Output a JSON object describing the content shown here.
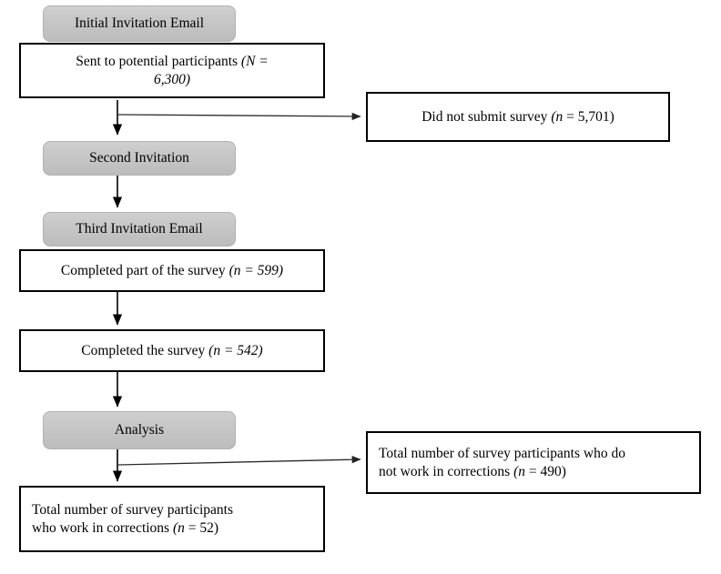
{
  "diagram": {
    "title": "Survey participant flow diagram",
    "colors": {
      "stage_fill": "#c6c6c6",
      "process_fill": "#ffffff",
      "border": "#000000",
      "arrow": "#000000",
      "branch_arrow": "#404040"
    },
    "nodes": [
      {
        "id": "initial-invitation-email",
        "kind": "stage",
        "label": "Initial Invitation Email"
      },
      {
        "id": "sent-to-potential-participants",
        "kind": "process",
        "label": "Sent to potential participants (N = 6,300)",
        "line1": "Sent to potential participants ",
        "line1_italic": "(N =",
        "line2_italic": "6,300)"
      },
      {
        "id": "did-not-submit-survey",
        "kind": "process",
        "label": "Did not submit survey (n = 5,701)",
        "text_plain": "Did not submit survey ",
        "text_italic": "(n",
        "text_tail": " = 5,701)"
      },
      {
        "id": "second-invitation",
        "kind": "stage",
        "label": "Second Invitation"
      },
      {
        "id": "third-invitation-email",
        "kind": "stage",
        "label": "Third Invitation Email"
      },
      {
        "id": "completed-part-of-survey",
        "kind": "process",
        "label": "Completed part of the survey (n = 599)",
        "text_plain": "Completed part of the survey ",
        "text_italic": "(n = 599)"
      },
      {
        "id": "completed-the-survey",
        "kind": "process",
        "label": "Completed the survey (n = 542)",
        "text_plain": "Completed the survey ",
        "text_italic": "(n = 542)"
      },
      {
        "id": "analysis",
        "kind": "stage",
        "label": "Analysis"
      },
      {
        "id": "total-not-corrections",
        "kind": "process",
        "label": "Total number of survey participants who do not work in corrections (n = 490)",
        "text_plain": "Total number of survey participants who do not work in corrections ",
        "text_italic": "(n",
        "text_tail": " = 490)"
      },
      {
        "id": "total-corrections",
        "kind": "process",
        "label": "Total number of survey participants who work in corrections (n = 52)",
        "text_plain": "Total number of survey participants who work in corrections ",
        "text_italic": "(n",
        "text_tail": " = 52)"
      }
    ],
    "node_text": {
      "initial_invitation_email": "Initial Invitation Email",
      "sent_line_a": "Sent to potential participants ",
      "sent_line_a_ital": "(N =",
      "sent_line_b_ital": "6,300)",
      "did_not_submit_plain": "Did not submit survey ",
      "did_not_submit_ital": "(n",
      "did_not_submit_tail": " = 5,701)",
      "second_invitation": "Second Invitation",
      "third_invitation_email": "Third Invitation Email",
      "completed_part_plain": "Completed part of the survey ",
      "completed_part_ital": "(n = 599)",
      "completed_survey_plain": "Completed the survey ",
      "completed_survey_ital": "(n = 542)",
      "analysis": "Analysis",
      "not_corrections_plain": "Total number of survey participants who do ",
      "not_corrections_line2_plain": "not work in corrections ",
      "not_corrections_ital": "(n",
      "not_corrections_tail": " = 490)",
      "corrections_line1": "Total number of survey participants",
      "corrections_line2_plain": "who work in corrections ",
      "corrections_ital": "(n",
      "corrections_tail": " = 52)"
    }
  }
}
